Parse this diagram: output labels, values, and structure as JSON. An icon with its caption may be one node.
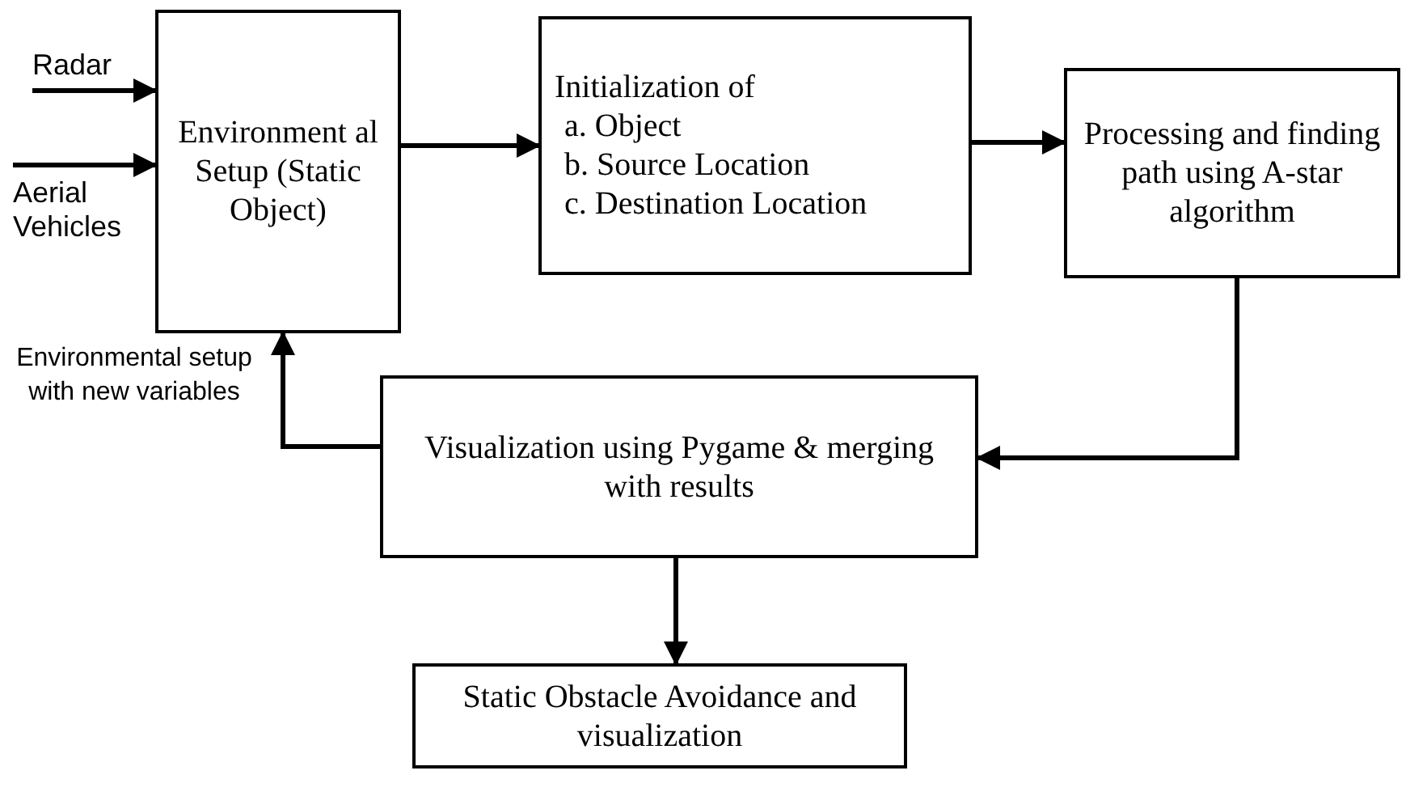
{
  "diagram": {
    "nodes": [
      {
        "text": [
          "Radar"
        ]
      },
      {
        "text": [
          "Aerial Vehicles"
        ]
      },
      {
        "text": [
          "Environment al Setup (Static Object)"
        ]
      },
      {
        "text": [
          "Initialization of",
          "a. Object",
          "b. Source Location",
          "c. Destination Location"
        ]
      },
      {
        "text": [
          "Processing and finding path using A-star algorithm"
        ]
      },
      {
        "text": [
          "Visualization using Pygame & merging with results"
        ]
      },
      {
        "text": [
          "Static Obstacle Avoidance and visualization"
        ]
      }
    ],
    "edges": [
      {
        "from": 0,
        "to": 2,
        "arrow": "to"
      },
      {
        "from": 1,
        "to": 2,
        "arrow": "to"
      },
      {
        "from": 2,
        "to": 3,
        "arrow": "to"
      },
      {
        "from": 3,
        "to": 4,
        "arrow": "to"
      },
      {
        "from": 4,
        "to": 5,
        "arrow": "to"
      },
      {
        "from": 5,
        "to": 2,
        "arrow": "to",
        "label": "Environmental setup with new variables"
      },
      {
        "from": 5,
        "to": 6,
        "arrow": "to"
      }
    ]
  }
}
